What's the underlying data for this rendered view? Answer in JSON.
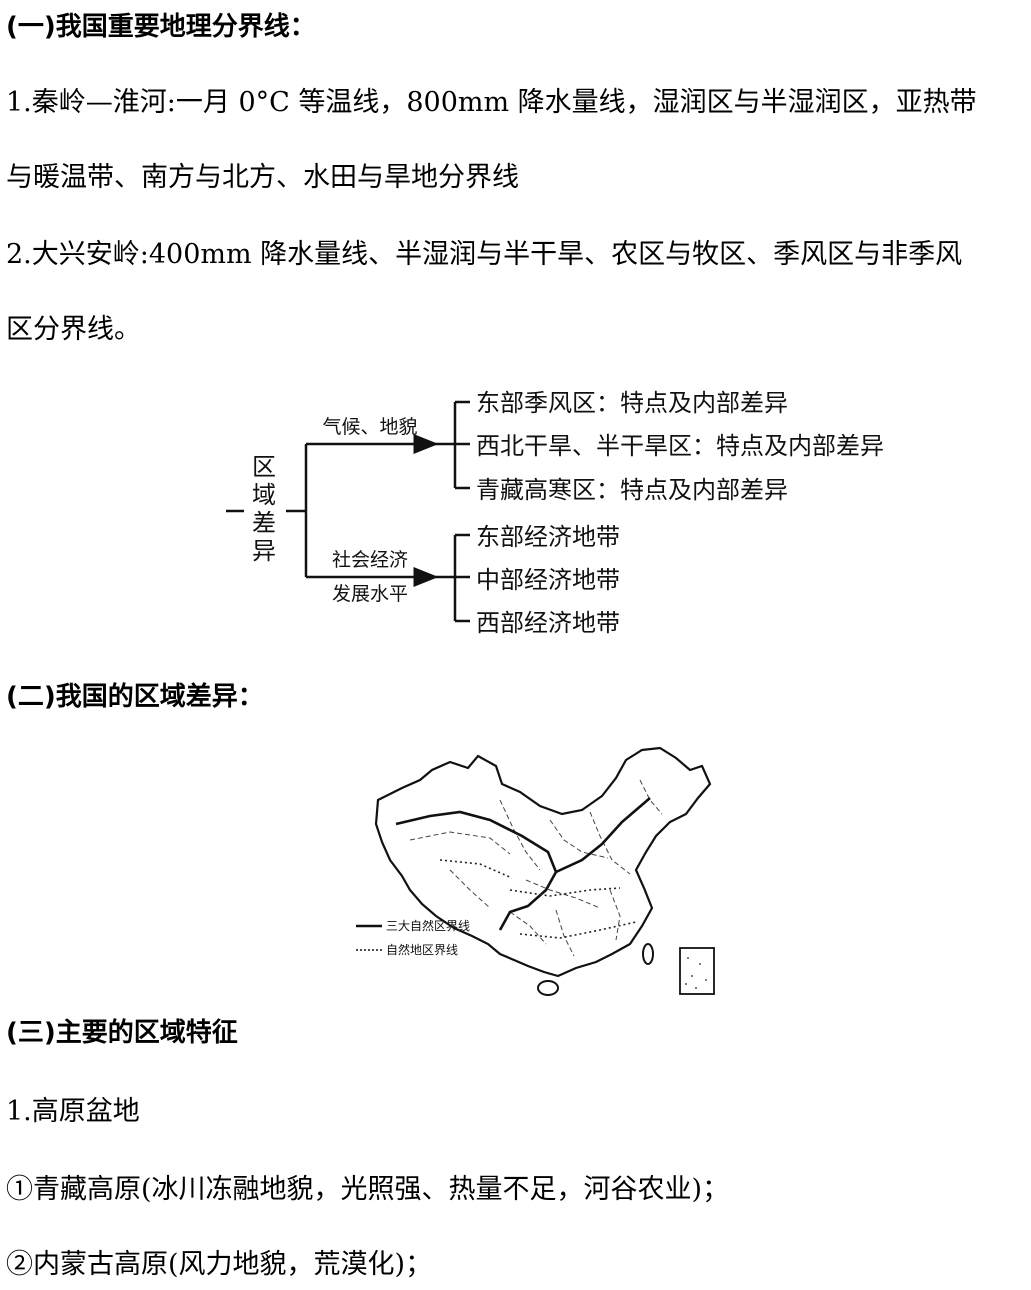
{
  "sections": {
    "s1_heading": "(一)我国重要地理分界线：",
    "s1_p1_line1": "1.秦岭—淮河:一月 0°C 等温线，800mm 降水量线，湿润区与半湿润区，亚热带",
    "s1_p1_line2": "与暖温带、南方与北方、水田与旱地分界线",
    "s1_p2_line1": "2.大兴安岭:400mm 降水量线、半湿润与半干旱、农区与牧区、季风区与非季风",
    "s1_p2_line2": "区分界线。",
    "s2_heading": "(二)我国的区域差异：",
    "s3_heading": "(三)主要的区域特征",
    "s3_p1": "1.高原盆地",
    "s3_p2": "①青藏高原(冰川冻融地貌，光照强、热量不足，河谷农业)；",
    "s3_p3": "②内蒙古高原(风力地貌，荒漠化)；"
  },
  "tree": {
    "root_chars": [
      "区",
      "域",
      "差",
      "异"
    ],
    "branch1_label": "气候、地貌",
    "branch1_items": [
      "东部季风区：特点及内部差异",
      "西北干旱、半干旱区：特点及内部差异",
      "青藏高寒区：特点及内部差异"
    ],
    "branch2_label_line1": "社会经济",
    "branch2_label_line2": "发展水平",
    "branch2_items": [
      "东部经济地带",
      "中部经济地带",
      "西部经济地带"
    ]
  },
  "map": {
    "legend_solid": "三大自然区界线",
    "legend_dotted": "自然地区界线"
  }
}
